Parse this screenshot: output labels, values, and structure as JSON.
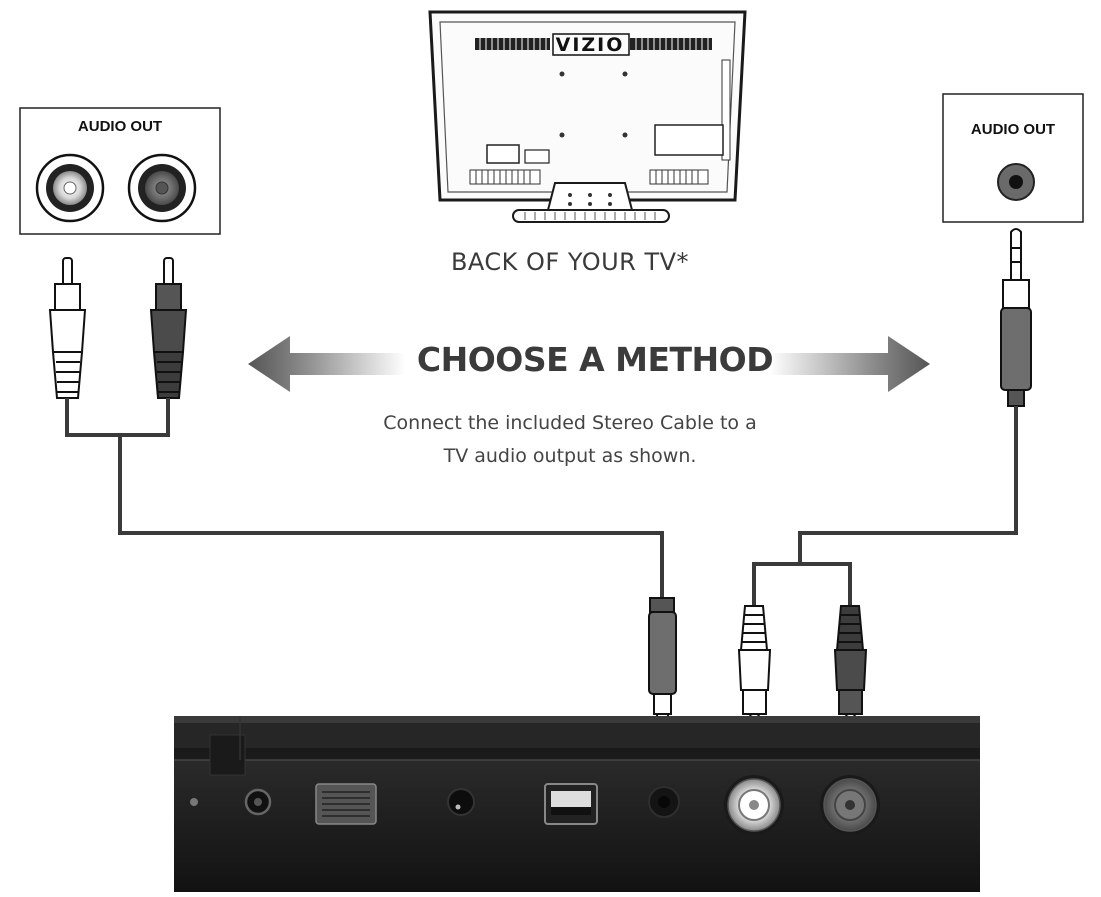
{
  "tv": {
    "brand": "VIZIO",
    "caption": "BACK OF YOUR TV*"
  },
  "method": {
    "title": "CHOOSE A METHOD",
    "instruction_line1": "Connect the included Stereo Cable to a",
    "instruction_line2": "TV audio output as shown."
  },
  "left_panel": {
    "title": "AUDIO OUT"
  },
  "right_panel": {
    "title": "AUDIO OUT"
  },
  "colors": {
    "dark_body": "#1c1c1c",
    "cable": "#3a3a3a",
    "arrow": "#6a6a6a"
  }
}
